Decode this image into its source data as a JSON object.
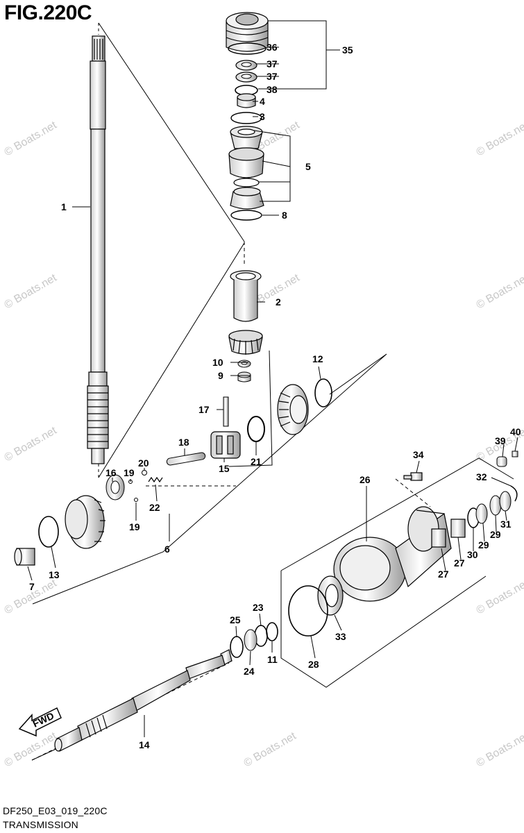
{
  "figure": {
    "title": "FIG.220C",
    "drawing_code": "DF250_E03_019_220C",
    "caption": "TRANSMISSION"
  },
  "watermark": "© Boats.net",
  "direction_marker": "FWD",
  "callouts": {
    "c1": "1",
    "c2": "2",
    "c3": "3",
    "c4": "4",
    "c5": "5",
    "c6": "6",
    "c7": "7",
    "c8": "8",
    "c9": "9",
    "c10": "10",
    "c11": "11",
    "c12": "12",
    "c13": "13",
    "c14": "14",
    "c15": "15",
    "c16": "16",
    "c17": "17",
    "c18": "18",
    "c19a": "19",
    "c19b": "19",
    "c20": "20",
    "c21": "21",
    "c22": "22",
    "c23": "23",
    "c24": "24",
    "c25": "25",
    "c26": "26",
    "c27a": "27",
    "c27b": "27",
    "c28": "28",
    "c29a": "29",
    "c29b": "29",
    "c30": "30",
    "c31": "31",
    "c32": "32",
    "c33": "33",
    "c34": "34",
    "c35": "35",
    "c36": "36",
    "c37a": "37",
    "c37b": "37",
    "c38": "38",
    "c39": "39",
    "c40": "40"
  }
}
